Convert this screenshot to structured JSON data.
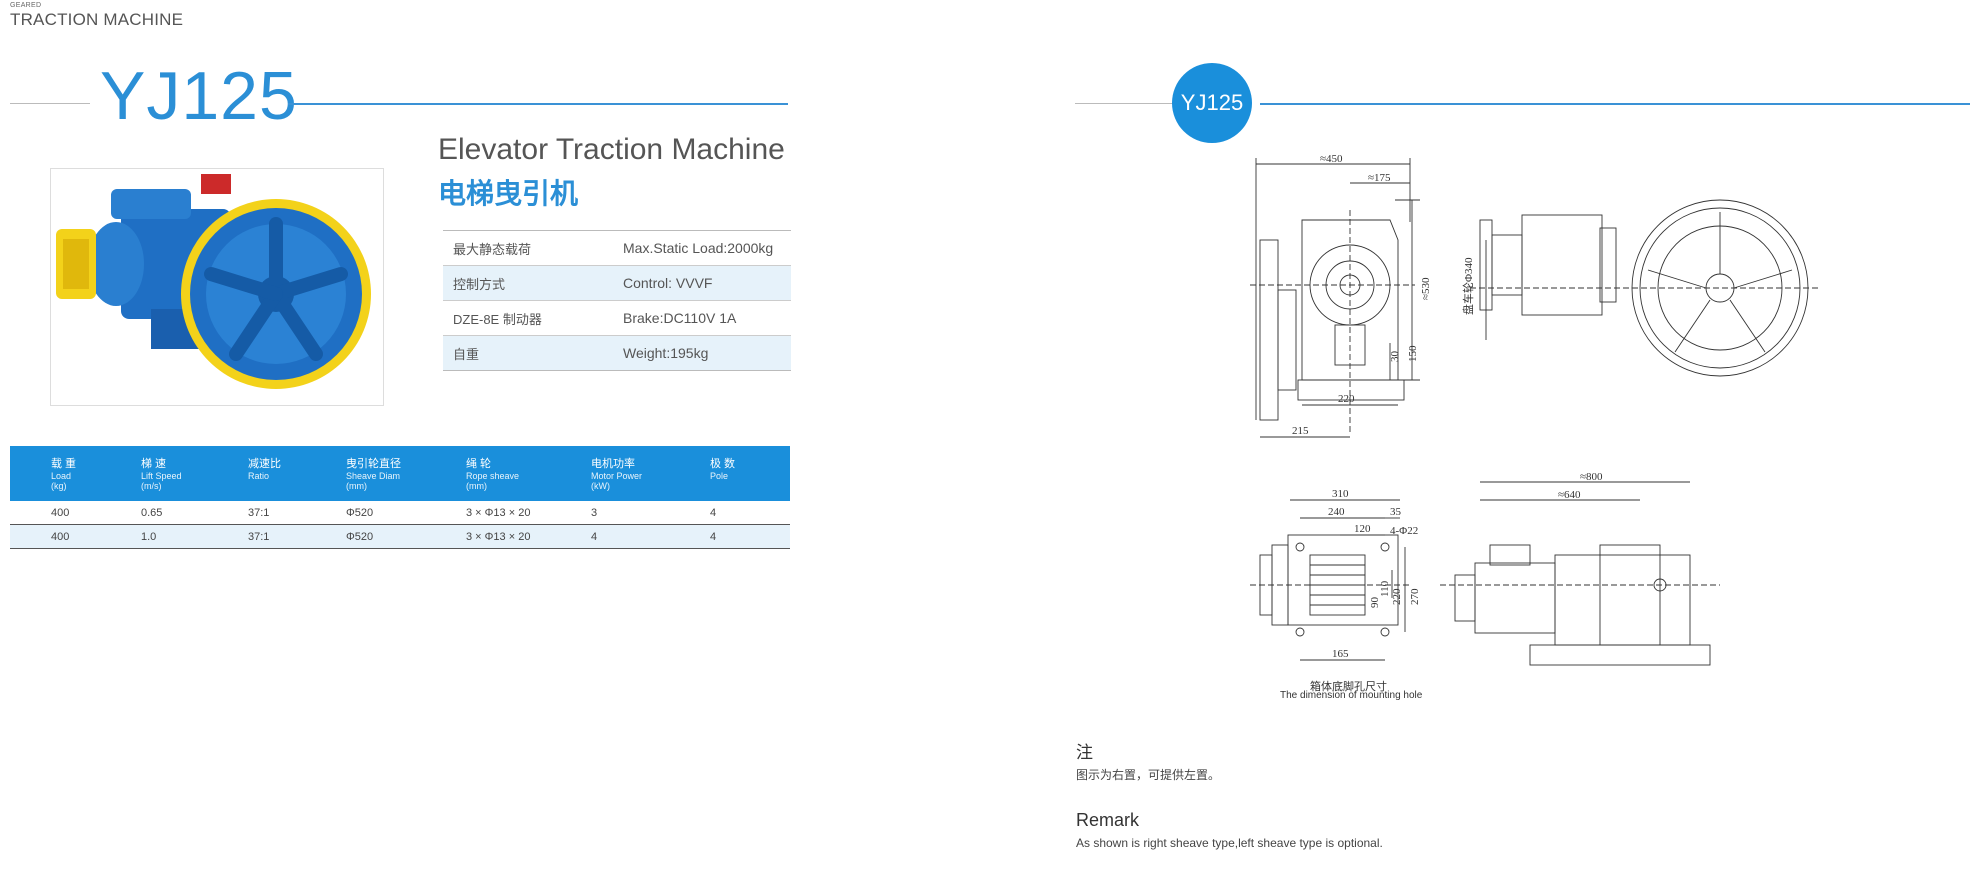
{
  "header": {
    "small": "GEARED",
    "big": "TRACTION MACHINE"
  },
  "model": "YJ125",
  "subtitle": {
    "en": "Elevator Traction Machine",
    "cn": "电梯曳引机"
  },
  "specs": [
    {
      "k": "最大静态载荷",
      "v": "Max.Static Load:2000kg"
    },
    {
      "k": "控制方式",
      "v": "Control: VVVF"
    },
    {
      "k": "DZE-8E 制动器",
      "v": "Brake:DC110V 1A"
    },
    {
      "k": "自重",
      "v": "Weight:195kg"
    }
  ],
  "table": {
    "headers": [
      {
        "cn": "载 重",
        "en": "Load",
        "unit": "(kg)"
      },
      {
        "cn": "梯 速",
        "en": "Lift Speed",
        "unit": "(m/s)"
      },
      {
        "cn": "减速比",
        "en": "Ratio",
        "unit": ""
      },
      {
        "cn": "曳引轮直径",
        "en": "Sheave Diam",
        "unit": "(mm)"
      },
      {
        "cn": "绳 轮",
        "en": "Rope sheave",
        "unit": "(mm)"
      },
      {
        "cn": "电机功率",
        "en": "Motor Power",
        "unit": "(kW)"
      },
      {
        "cn": "极 数",
        "en": "Pole",
        "unit": ""
      }
    ],
    "rows": [
      [
        "400",
        "0.65",
        "37:1",
        "Φ520",
        "3 × Φ13 × 20",
        "3",
        "4"
      ],
      [
        "400",
        "1.0",
        "37:1",
        "Φ520",
        "3 × Φ13 × 20",
        "4",
        "4"
      ]
    ]
  },
  "right": {
    "badge": "YJ125",
    "caption_cn": "箱体底脚孔尺寸",
    "caption_en": "The dimension of mounting hole",
    "note_title": "注",
    "note_body": "图示为右置，可提供左置。",
    "remark_title": "Remark",
    "remark_body": "As shown is right sheave type,left sheave type is optional."
  },
  "dims": {
    "d450": "≈450",
    "d175": "≈175",
    "d530": "≈530",
    "d340": "盘车轮Φ340",
    "d30": "30",
    "d150": "150",
    "d220": "220",
    "d215": "215",
    "d310": "310",
    "d240": "240",
    "d35": "35",
    "d120": "120",
    "d4phi22": "4-Φ22",
    "d110": "110",
    "d90": "90",
    "d220b": "220",
    "d270": "270",
    "d165": "165",
    "d800": "≈800",
    "d640": "≈640"
  },
  "colors": {
    "accent": "#1a8fdb",
    "machine_blue": "#1f6fc4",
    "machine_yellow": "#f3d21a"
  }
}
